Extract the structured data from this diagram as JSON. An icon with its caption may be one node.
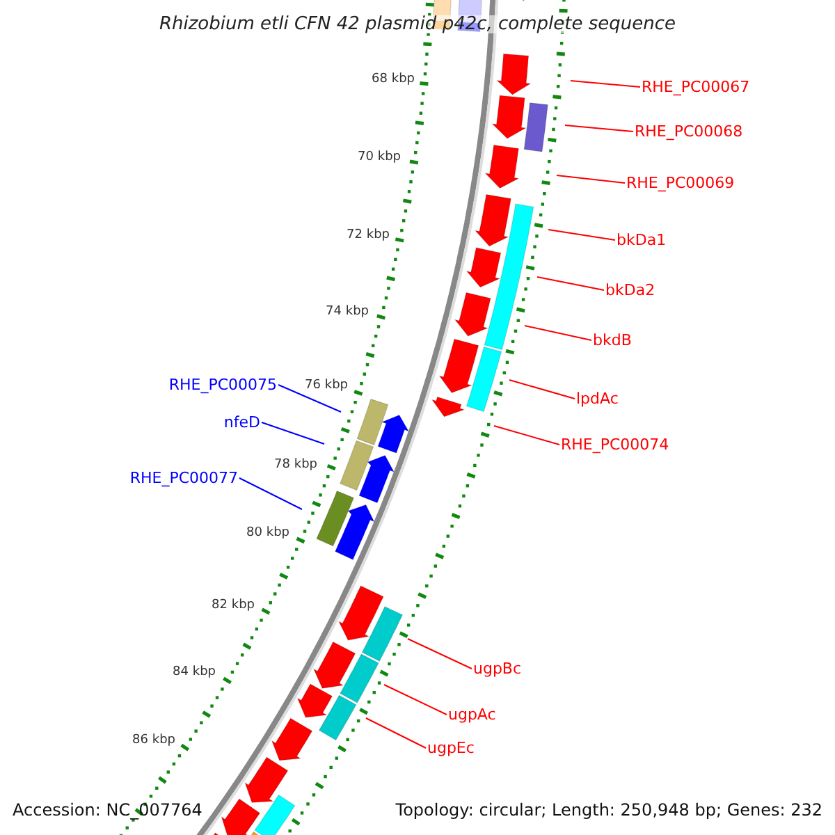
{
  "diagram": {
    "title": "Rhizobium etli CFN 42 plasmid p42c, complete sequence",
    "nodes": [
      {
        "text": [
          "RHE_PC00067"
        ]
      },
      {
        "text": [
          "RHE_PC00068"
        ]
      },
      {
        "text": [
          "RHE_PC00069"
        ]
      },
      {
        "text": [
          "bkDa1"
        ]
      },
      {
        "text": [
          "bkDa2"
        ]
      },
      {
        "text": [
          "bkdB"
        ]
      },
      {
        "text": [
          "lpdAc"
        ]
      },
      {
        "text": [
          "RHE_PC00074"
        ]
      },
      {
        "text": [
          "RHE_PC00075"
        ]
      },
      {
        "text": [
          "nfeD"
        ]
      },
      {
        "text": [
          "RHE_PC00077"
        ]
      },
      {
        "text": [
          "ugpBc"
        ]
      },
      {
        "text": [
          "ugpAc"
        ]
      },
      {
        "text": [
          "ugpEc"
        ]
      }
    ],
    "edges": [
      {
        "from": 0,
        "to": null,
        "arrow": "none"
      },
      {
        "from": 1,
        "to": null,
        "arrow": "none"
      },
      {
        "from": 2,
        "to": null,
        "arrow": "none"
      },
      {
        "from": 3,
        "to": null,
        "arrow": "none"
      },
      {
        "from": 4,
        "to": null,
        "arrow": "none"
      },
      {
        "from": 5,
        "to": null,
        "arrow": "none"
      },
      {
        "from": 6,
        "to": null,
        "arrow": "none"
      },
      {
        "from": 7,
        "to": null,
        "arrow": "none"
      },
      {
        "from": 8,
        "to": null,
        "arrow": "none",
        "color": "#0000ff"
      },
      {
        "from": 9,
        "to": null,
        "arrow": "none",
        "color": "#0000ff"
      },
      {
        "from": 10,
        "to": null,
        "arrow": "none",
        "color": "#0000ff"
      },
      {
        "from": 11,
        "to": null,
        "arrow": "none"
      },
      {
        "from": 12,
        "to": null,
        "arrow": "none"
      },
      {
        "from": 13,
        "to": null,
        "arrow": "none"
      }
    ],
    "labels": [
      "68 kbp",
      "70 kbp",
      "72 kbp",
      "74 kbp",
      "76 kbp",
      "78 kbp",
      "80 kbp",
      "82 kbp",
      "84 kbp",
      "86 kbp",
      "Accession: NC_007764",
      "Topology: circular; Length: 250,948 bp; Genes: 232"
    ]
  }
}
